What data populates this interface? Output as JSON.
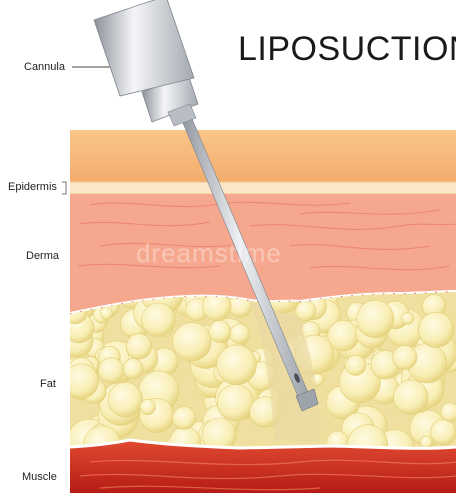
{
  "title": "LIPOSUCTION",
  "labels": {
    "cannula": "Cannula",
    "epidermis": "Epidermis",
    "derma": "Derma",
    "fat": "Fat",
    "muscle": "Muscle"
  },
  "watermark": "dreamstime",
  "colors": {
    "surface": "#f7b877",
    "epidermis": "#fbe6c6",
    "derma": "#f6a88f",
    "fat_bg": "#f1e3a0",
    "fat_cell": "#fbf3c8",
    "muscle": "#c9241c",
    "cannula": "#c8ccd2"
  }
}
